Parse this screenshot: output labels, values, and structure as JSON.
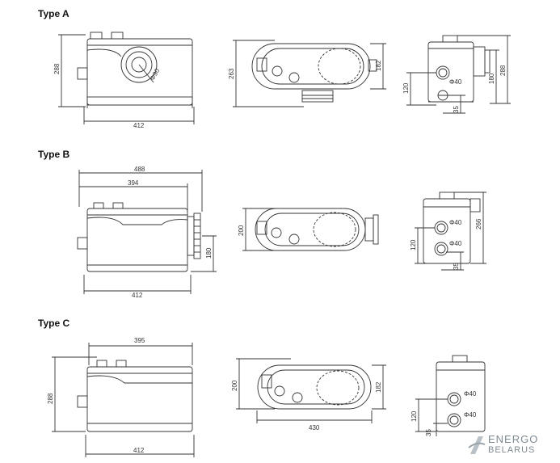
{
  "sections": [
    {
      "title": "Type A",
      "front": {
        "width": "412",
        "height": "288",
        "inlet": "Φ90"
      },
      "top": {
        "depth": "263",
        "inlet_height": "182"
      },
      "side": {
        "pipe1": "Φ40",
        "pipe1_height": "120",
        "outlet_bottom": "35",
        "height1": "180",
        "height2": "288"
      }
    },
    {
      "title": "Type B",
      "front": {
        "overall": "488",
        "outlet_pos": "394",
        "width": "412",
        "outlet_height": "180"
      },
      "top": {
        "depth": "200"
      },
      "side": {
        "pipe1": "Φ40",
        "pipe2": "Φ40",
        "pipe2_height": "120",
        "outlet_bottom": "35",
        "height": "266"
      }
    },
    {
      "title": "Type C",
      "front": {
        "outlet_pos": "395",
        "height": "288",
        "width": "412"
      },
      "top": {
        "depth": "200",
        "length": "430",
        "height": "182"
      },
      "side": {
        "pipe1": "Φ40",
        "pipe2": "Φ40",
        "pipe2_height": "120",
        "outlet_bottom": "35"
      }
    }
  ],
  "logo": {
    "line1": "ENERGO",
    "line2": "BELARUS"
  }
}
